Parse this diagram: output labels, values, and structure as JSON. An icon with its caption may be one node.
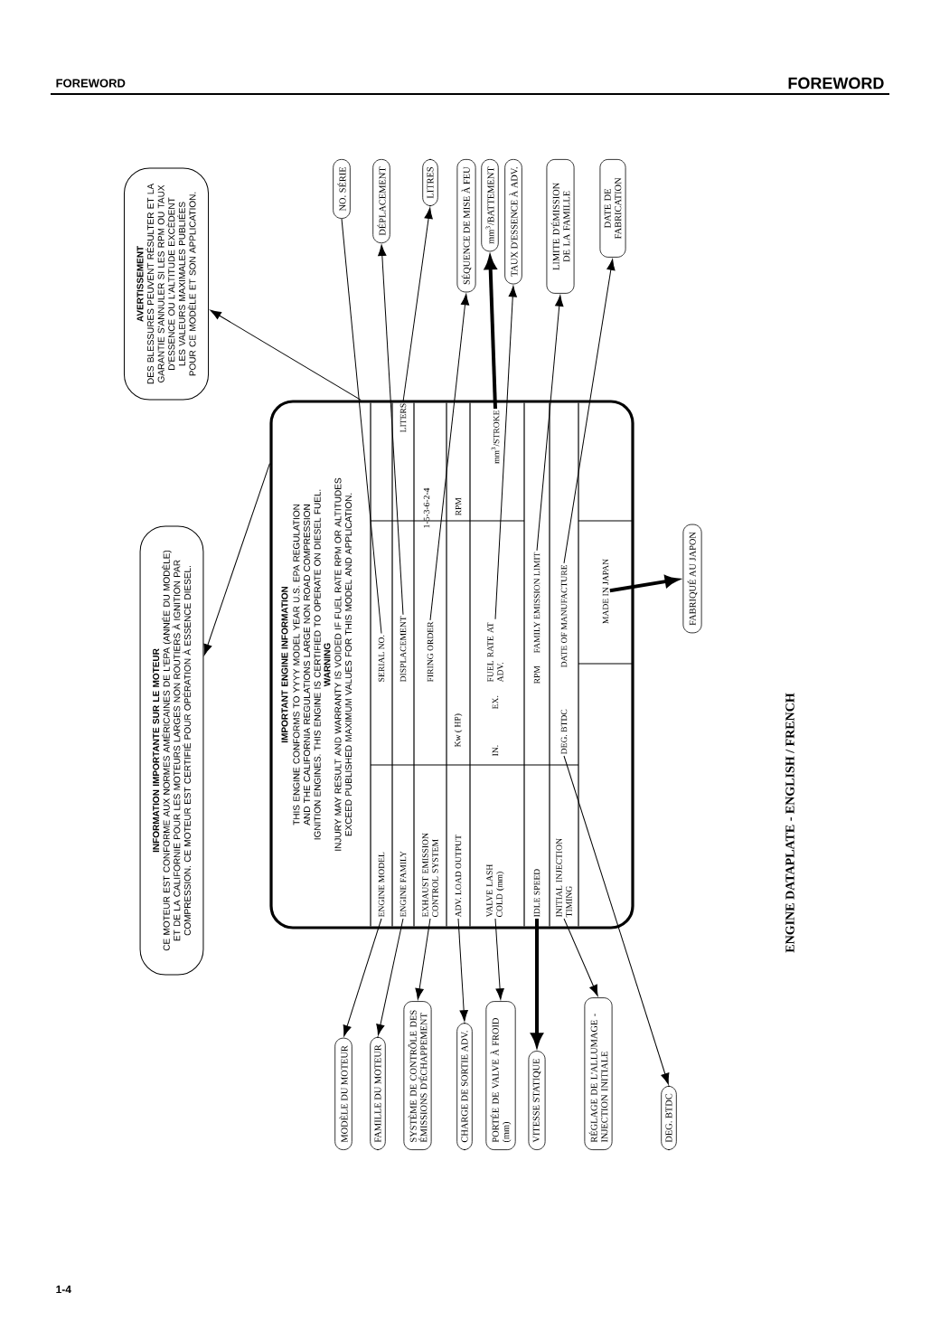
{
  "diagram": {
    "caption": "ENGINE DATAPLATE - ENGLISH / FRENCH",
    "nodes": [
      {
        "text": [
          "IMPORTANT ENGINE INFORMATION",
          "THIS ENGINE CONFORMS TO YYYY MODEL YEAR U.S. EPA REGULATION AND THE CALIFORNIA REGULATIONS LARGE NON ROAD COMPRESSION IGNITION ENGINES. THIS ENGINE IS CERTIFIED TO OPERATE ON DIESEL FUEL.",
          "WARNING",
          "INJURY MAY RESULT AND WARRANTY IS VOIDED IF FUEL RATE RPM OR ALTITUDES EXCEED PUBLISHED MAXIMUM VALUES FOR THIS MODEL AND APPLICATION."
        ]
      },
      {
        "text": [
          "ENGINE MODEL"
        ],
        "in": 0
      },
      {
        "text": [
          "ENGINE FAMILY"
        ],
        "in": 0
      },
      {
        "text": [
          "EXHAUST EMISSION CONTROL SYSTEM"
        ],
        "in": 0
      },
      {
        "text": [
          "ADV. LOAD OUTPUT"
        ],
        "in": 0
      },
      {
        "text": [
          "VALVE LASH COLD (mm)"
        ],
        "in": 0
      },
      {
        "text": [
          "IDLE SPEED"
        ],
        "in": 0
      },
      {
        "text": [
          "INITIAL INJECTION TIMING"
        ],
        "in": 0
      },
      {
        "text": [
          "SERIAL NO."
        ],
        "in": 0
      },
      {
        "text": [
          "DISPLACEMENT"
        ],
        "in": 0
      },
      {
        "text": [
          "FIRING ORDER"
        ],
        "in": 0
      },
      {
        "text": [
          "FUEL RATE AT ADV."
        ],
        "in": 0
      },
      {
        "text": [
          "DEG. BTDC"
        ],
        "in": 0
      },
      {
        "text": [
          "LITERS"
        ],
        "in": 0
      },
      {
        "text": [
          "mm$^{3}$/STROKE"
        ],
        "in": 0
      },
      {
        "text": [
          "FAMILY EMISSION LIMIT"
        ],
        "in": 0
      },
      {
        "text": [
          "DATE OF MANUFACTURE"
        ],
        "in": 0
      },
      {
        "text": [
          "MADE IN JAPAN"
        ],
        "in": 0
      },
      {
        "text": [
          "NO. SÉRIE"
        ]
      },
      {
        "text": [
          "DÉPLACEMENT"
        ]
      },
      {
        "text": [
          "LITRES"
        ]
      },
      {
        "text": [
          "SÉQUENCE DE MISE À FEU"
        ]
      },
      {
        "text": [
          "mm$^{3}$/BATTEMENT"
        ]
      },
      {
        "text": [
          "TAUX D'ESSENCE À ADV."
        ]
      },
      {
        "text": [
          "LIMITE D'ÉMISSION DE LA FAMILLE"
        ]
      },
      {
        "text": [
          "DATE DE FABRICATION"
        ]
      },
      {
        "text": [
          "FABRIQUÉ AU JAPON"
        ]
      },
      {
        "text": [
          "MODÈLE DU MOTEUR"
        ]
      },
      {
        "text": [
          "FAMILLE DU MOTEUR"
        ]
      },
      {
        "text": [
          "SYSTÈME DE CONTRÔLE DES ÉMISSIONS D'ÉCHAPPEMENT"
        ]
      },
      {
        "text": [
          "CHARGE DE SORTIE ADV."
        ]
      },
      {
        "text": [
          "PORTÉE DE VALVE À FROID (mm)"
        ]
      },
      {
        "text": [
          "VITESSE STATIQUE"
        ]
      },
      {
        "text": [
          "RÉGLAGE DE L'ALLUMAGE - INJECTION INITIALE"
        ]
      },
      {
        "text": [
          "DEG. BTDC"
        ]
      },
      {
        "text": [
          "INFORMATION IMPORTANTE SUR LE MOTEUR",
          "CE MOTEUR EST CONFORME AUX NORMES AMÉRICAINES DE L'EPA (ANNÉE DU MODÈLE) ET DE LA CALIFORNIE POUR LES MOTEURS LARGES NON ROUTIERS À IGNITION PAR COMPRESSION. CE MOTEUR EST CERTIFIÉ POUR OPÉRATION À ESSENCE DIESEL."
        ]
      },
      {
        "text": [
          "AVERTISSEMENT",
          "DES BLESSURES PEUVENT RÉSULTER ET LA GARANTIE S'ANNULER SI LES RPM OU TAUX D'ESSENCE OU L'ALTITUDE EXCÈDENT LES VALEURS MAXIMALES PUBLIÉES POUR CE MODÈLE ET SON APPLICATION."
        ]
      }
    ],
    "edges": [
      {
        "from": 0,
        "to": 35,
        "arrow": "to"
      },
      {
        "from": 0,
        "to": 36,
        "arrow": "to"
      },
      {
        "from": 8,
        "to": 18,
        "arrow": "none"
      },
      {
        "from": 9,
        "to": 19,
        "arrow": "to"
      },
      {
        "from": 13,
        "to": 20,
        "arrow": "to"
      },
      {
        "from": 10,
        "to": 21,
        "arrow": "to"
      },
      {
        "from": 14,
        "to": 22,
        "arrow": "to",
        "style": "thick"
      },
      {
        "from": 11,
        "to": 23,
        "arrow": "to"
      },
      {
        "from": 15,
        "to": 24,
        "arrow": "to"
      },
      {
        "from": 16,
        "to": 25,
        "arrow": "to"
      },
      {
        "from": 17,
        "to": 26,
        "arrow": "to",
        "style": "thick"
      },
      {
        "from": 1,
        "to": 27,
        "arrow": "to"
      },
      {
        "from": 2,
        "to": 28,
        "arrow": "to"
      },
      {
        "from": 3,
        "to": 29,
        "arrow": "to"
      },
      {
        "from": 4,
        "to": 30,
        "arrow": "to"
      },
      {
        "from": 5,
        "to": 31,
        "arrow": "to"
      },
      {
        "from": 6,
        "to": 32,
        "arrow": "to",
        "style": "thick"
      },
      {
        "from": 7,
        "to": 33,
        "arrow": "to"
      },
      {
        "from": 12,
        "to": 34,
        "arrow": "to"
      }
    ],
    "labels": [
      "FOREWORD",
      "FOREWORD",
      "1-5-3-6-2-4",
      "Kw ( HP)",
      "RPM",
      "IN.",
      "EX.",
      "RPM",
      "1-4"
    ]
  }
}
